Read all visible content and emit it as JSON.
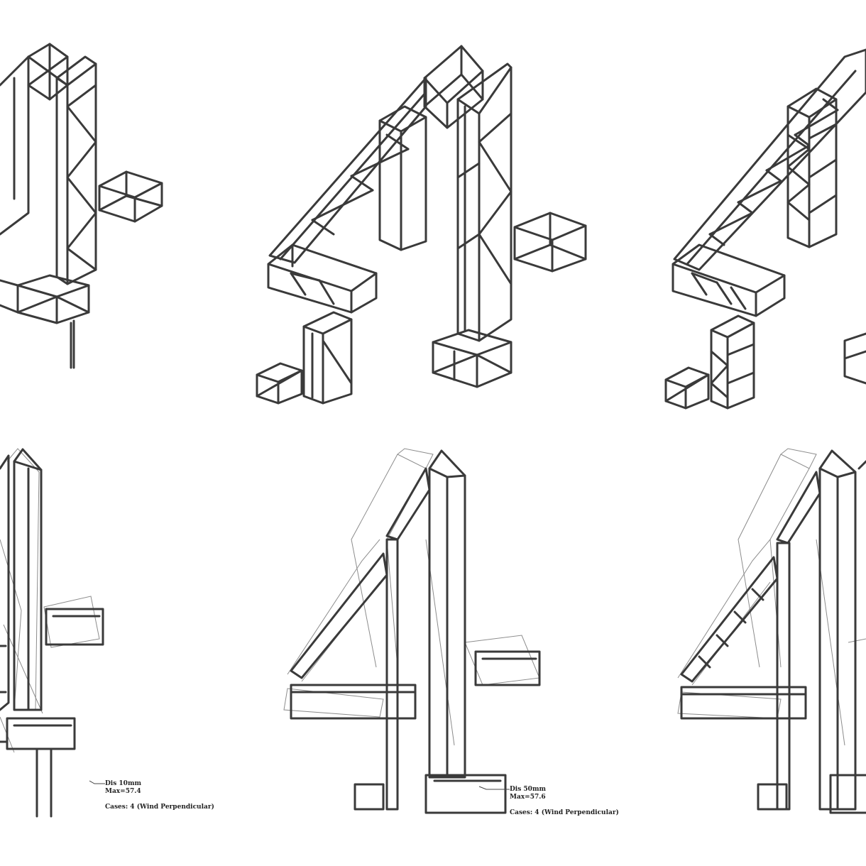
{
  "colors": {
    "background": "#ffffff",
    "member": "#3a3a3a",
    "deformed_shape": "#8c8c8c"
  },
  "panels": {
    "top_row": [
      {
        "content": "truss-model-variant-1"
      },
      {
        "content": "truss-model-variant-2"
      },
      {
        "content": "truss-model-variant-3"
      }
    ],
    "bottom_row": [
      {
        "content": "deflection-plot-1",
        "annotation": {
          "dis": "Dis 10mm",
          "max": "Max=57.4",
          "cases": "Cases: 4 (Wind Perpendicular)"
        }
      },
      {
        "content": "deflection-plot-2",
        "annotation": {
          "dis": "Dis 50mm",
          "max": "Max=57.6",
          "cases": "Cases: 4 (Wind Perpendicular)"
        }
      },
      {
        "content": "deflection-plot-3"
      }
    ]
  }
}
